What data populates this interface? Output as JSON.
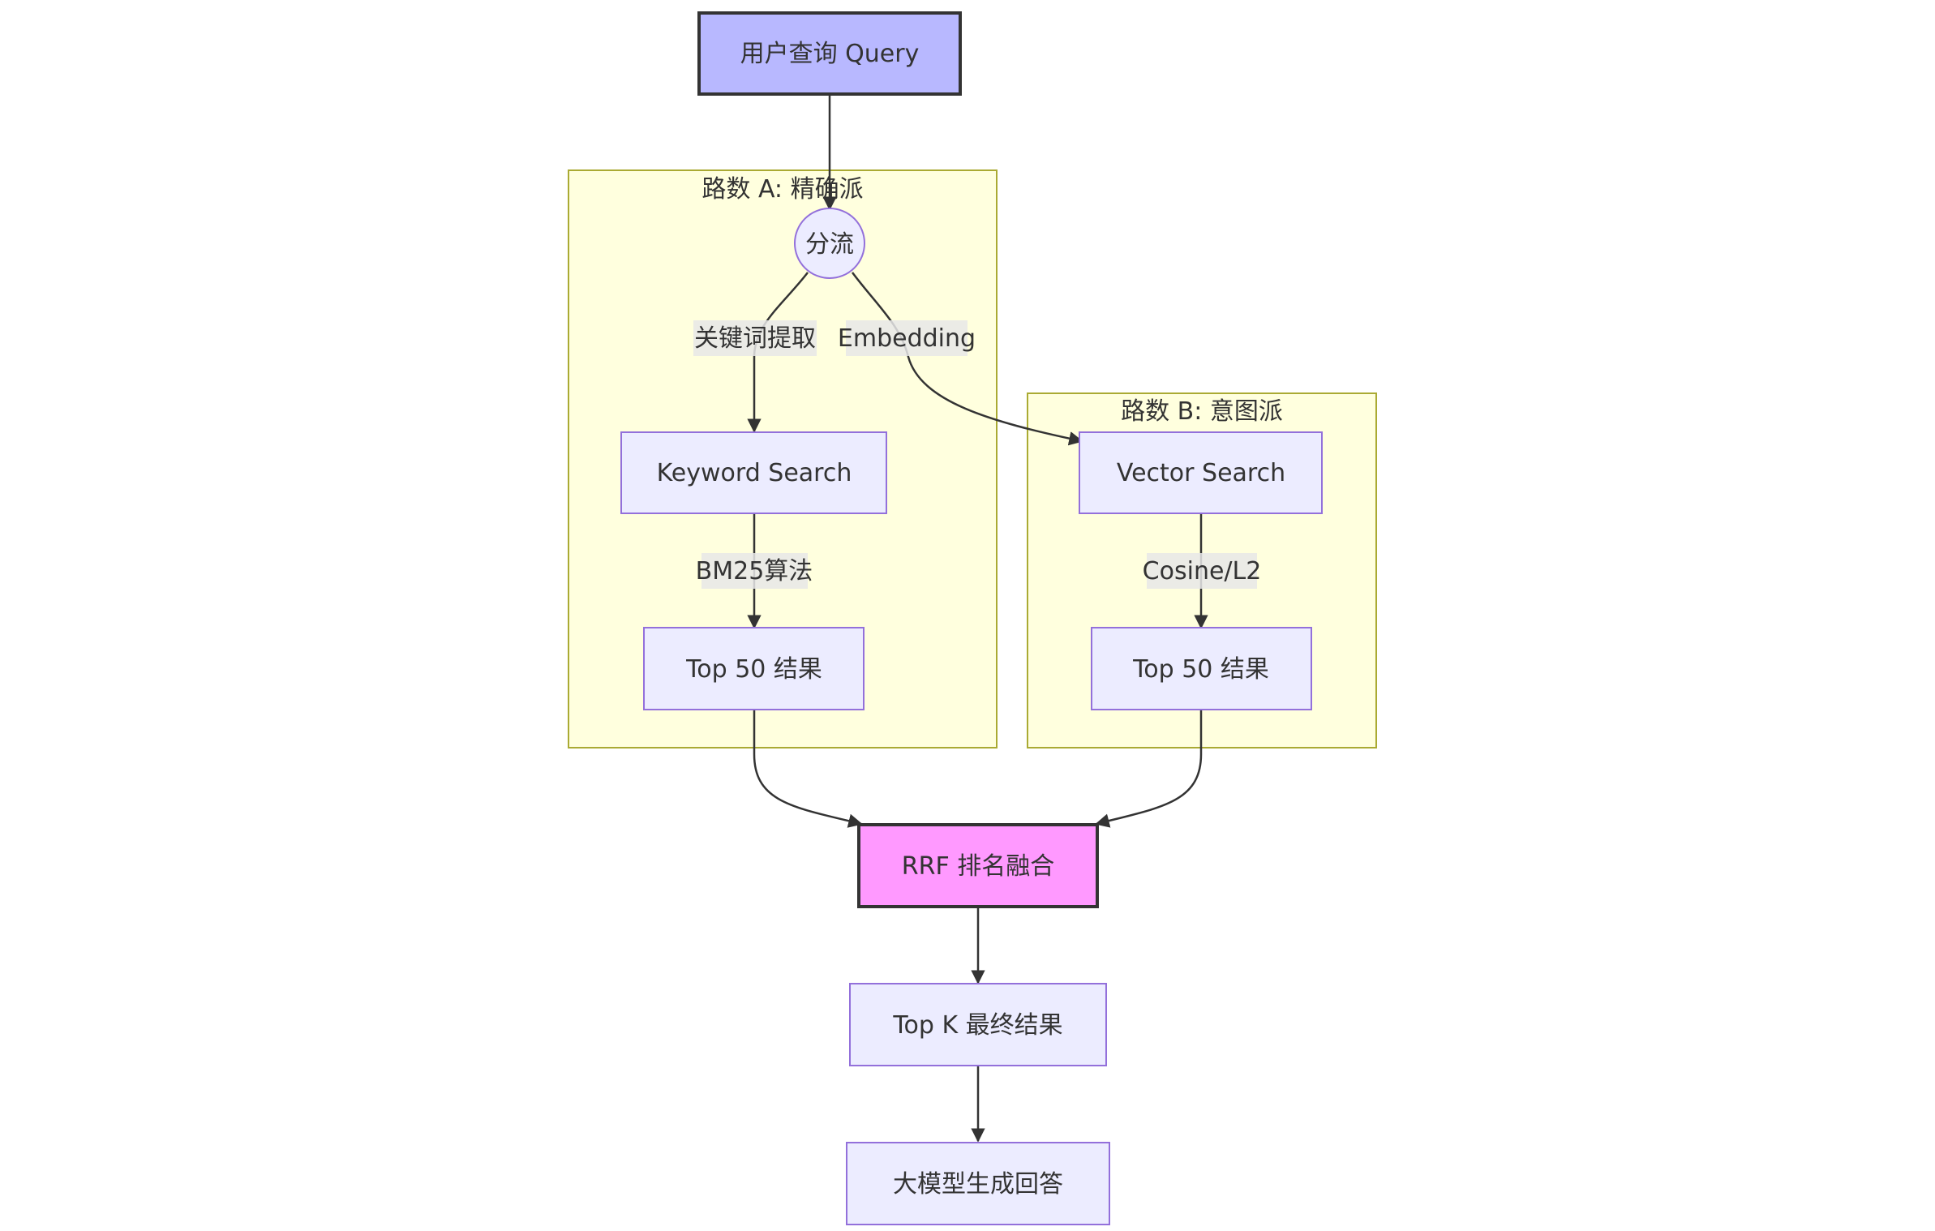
{
  "nodes": {
    "query": "用户查询 Query",
    "split": "分流",
    "keyword_search": "Keyword Search",
    "vector_search": "Vector Search",
    "top50_a": "Top 50 结果",
    "top50_b": "Top 50 结果",
    "rrf": "RRF 排名融合",
    "topk": "Top K 最终结果",
    "llm": "大模型生成回答"
  },
  "clusters": {
    "route_a": "路数 A: 精确派",
    "route_b": "路数 B: 意图派"
  },
  "edge_labels": {
    "keyword_extract": "关键词提取",
    "embedding": "Embedding",
    "bm25": "BM25算法",
    "cosine": "Cosine/L2"
  },
  "colors": {
    "query_fill": "#B8B8FF",
    "rrf_fill": "#FF99FF",
    "node_fill": "#ECECFF",
    "node_stroke": "#9370DB",
    "cluster_fill": "#FFFFDE",
    "cluster_stroke": "#AAAA33"
  }
}
